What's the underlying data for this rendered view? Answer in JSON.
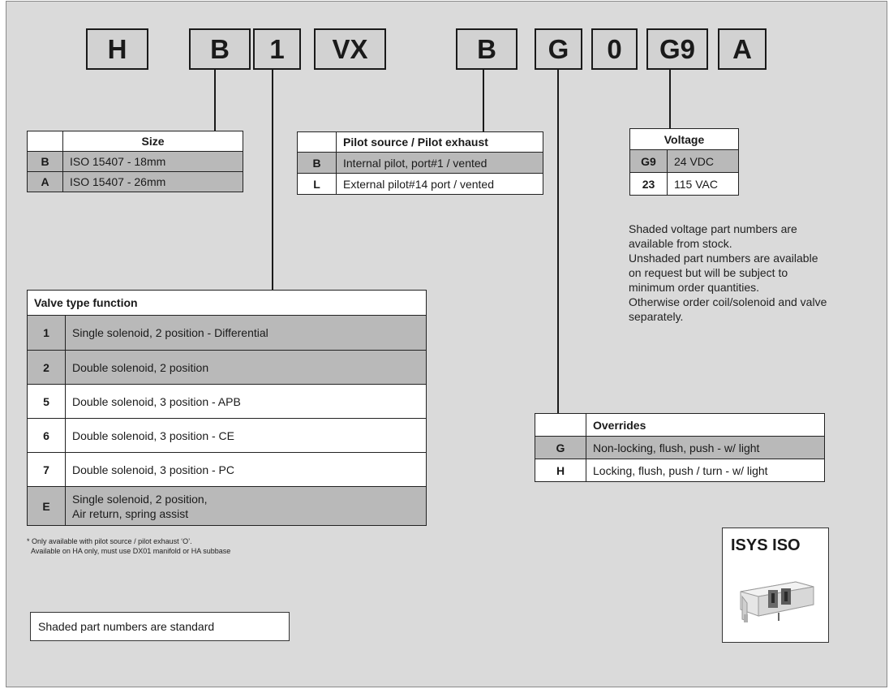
{
  "code_boxes": [
    "H",
    "B",
    "1",
    "VX",
    "B",
    "G",
    "0",
    "G9",
    "A"
  ],
  "size_table": {
    "header": [
      "",
      "Size"
    ],
    "rows": [
      {
        "code": "B",
        "desc": "ISO 15407 - 18mm",
        "shaded": true
      },
      {
        "code": "A",
        "desc": "ISO 15407 - 26mm",
        "shaded": true
      }
    ]
  },
  "pilot_table": {
    "header": [
      "",
      "Pilot source / Pilot exhaust"
    ],
    "rows": [
      {
        "code": "B",
        "desc": "Internal pilot, port#1 / vented",
        "shaded": true
      },
      {
        "code": "L",
        "desc": "External pilot#14 port / vented",
        "shaded": false
      }
    ]
  },
  "voltage_table": {
    "header": "Voltage",
    "rows": [
      {
        "code": "G9",
        "desc": "24 VDC",
        "shaded": true
      },
      {
        "code": "23",
        "desc": "115 VAC",
        "shaded": false
      }
    ]
  },
  "voltage_note": [
    "Shaded voltage part numbers are",
    "available from stock.",
    "Unshaded part numbers are available",
    "on request but will be subject to",
    "minimum order quantities.",
    "Otherwise order coil/solenoid and valve",
    "separately."
  ],
  "valve_table": {
    "header": "Valve type function",
    "rows": [
      {
        "code": "1",
        "desc": "Single solenoid, 2 position - Differential",
        "shaded": true
      },
      {
        "code": "2",
        "desc": "Double solenoid, 2 position",
        "shaded": true
      },
      {
        "code": "5",
        "desc": "Double solenoid, 3 position - APB",
        "shaded": false
      },
      {
        "code": "6",
        "desc": "Double solenoid, 3 position - CE",
        "shaded": false
      },
      {
        "code": "7",
        "desc": "Double solenoid, 3 position - PC",
        "shaded": false
      },
      {
        "code": "E",
        "desc": "Single solenoid, 2 position,",
        "desc2": "Air return, spring assist",
        "shaded": true
      }
    ]
  },
  "overrides_table": {
    "header": [
      "",
      "Overrides"
    ],
    "rows": [
      {
        "code": "G",
        "desc": "Non-locking, flush, push - w/ light",
        "shaded": true
      },
      {
        "code": "H",
        "desc": "Locking, flush, push / turn - w/ light",
        "shaded": false
      }
    ]
  },
  "footnote": [
    "* Only available with pilot source / pilot exhaust ‘O’.",
    "Available on HA only, must use DX01 manifold or HA subbase"
  ],
  "standard_note": "Shaded part numbers are standard",
  "product": {
    "title": "ISYS ISO",
    "image": "valve-illustration"
  },
  "colors": {
    "panel": "#dadada",
    "shaded_row": "#b9b9b9",
    "code_box": "#d2d2d2"
  }
}
